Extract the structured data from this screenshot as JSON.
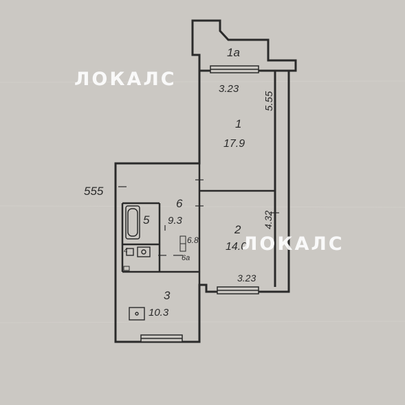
{
  "watermarks": [
    "ЛОКАЛС",
    "ЛОКАЛС"
  ],
  "rooms": [
    {
      "number": "1а",
      "dimension": "3.23"
    },
    {
      "number": "1",
      "area": "17.9",
      "dimension": "5.55"
    },
    {
      "number": "2",
      "area": "14.0",
      "dimension_width": "3.23",
      "dimension_length": "4.32"
    },
    {
      "number": "3",
      "area": "10.3"
    },
    {
      "number": "5"
    },
    {
      "number": "6",
      "area": "9.3"
    },
    {
      "number": "6а",
      "area": "6.8"
    },
    {
      "number": "4"
    }
  ],
  "dimensions": {
    "left_corridor": "555"
  }
}
